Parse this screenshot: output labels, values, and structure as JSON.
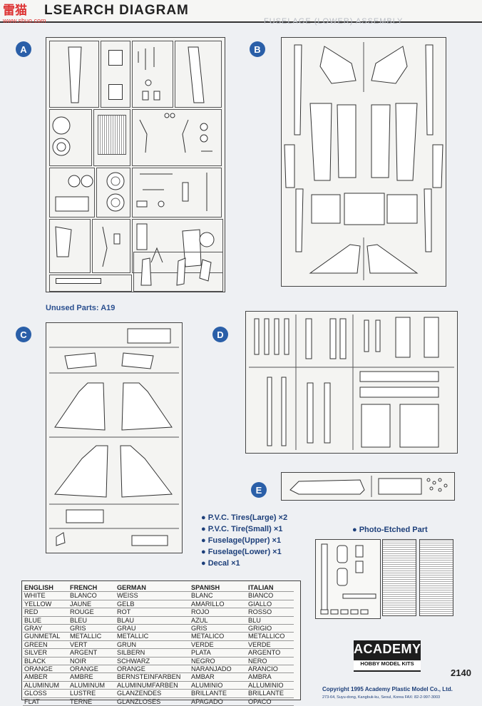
{
  "watermark": {
    "text": "雷猫",
    "url": "www.shuo.com"
  },
  "header": {
    "title": "LSEARCH DIAGRAM",
    "ghost_text": "FUSELAGE (LOWER) ASSEMBLY"
  },
  "sprues": [
    {
      "letter": "A"
    },
    {
      "letter": "B"
    },
    {
      "letter": "C"
    },
    {
      "letter": "D"
    },
    {
      "letter": "E"
    }
  ],
  "unused_note": "Unused Parts: A19",
  "extras": [
    "P.V.C. Tires(Large) ×2",
    "P.V.C. Tire(Small) ×1",
    "Fuselage(Upper) ×1",
    "Fuselage(Lower) ×1",
    "Decal ×1"
  ],
  "photo_etched_label": "Photo-Etched Part",
  "color_table": {
    "headers": [
      "ENGLISH",
      "FRENCH",
      "GERMAN",
      "SPANISH",
      "ITALIAN"
    ],
    "rows": [
      [
        "WHITE",
        "BLANCO",
        "WEISS",
        "BLANC",
        "BIANCO"
      ],
      [
        "YELLOW",
        "JAUNE",
        "GELB",
        "AMARILLO",
        "GIALLO"
      ],
      [
        "RED",
        "ROUGE",
        "ROT",
        "ROJO",
        "ROSSO"
      ],
      [
        "BLUE",
        "BLEU",
        "BLAU",
        "AZUL",
        "BLU"
      ],
      [
        "GRAY",
        "GRIS",
        "GRAU",
        "GRIS",
        "GRIGIO"
      ],
      [
        "GUNMETAL",
        "METALLIC",
        "METALLIC",
        "METALICO",
        "METALLICO"
      ],
      [
        "GREEN",
        "VERT",
        "GRUN",
        "VERDE",
        "VERDE"
      ],
      [
        "SILVER",
        "ARGENT",
        "SILBERN",
        "PLATA",
        "ARGENTO"
      ],
      [
        "BLACK",
        "NOIR",
        "SCHWARZ",
        "NEGRO",
        "NERO"
      ],
      [
        "ORANGE",
        "ORANGE",
        "ORANGE",
        "NARANJADO",
        "ARANCIO"
      ],
      [
        "AMBER",
        "AMBRE",
        "BERNSTEINFARBEN",
        "AMBAR",
        "AMBRA"
      ],
      [
        "ALUMINUM",
        "ALUMINUM",
        "ALUMINUMFARBEN",
        "ALUMINIO",
        "ALLUMINIO"
      ],
      [
        "GLOSS",
        "LUSTRE",
        "GLANZENDES",
        "BRILLANTE",
        "BRILLANTE"
      ],
      [
        "FLAT",
        "TERNE",
        "GLANZLOSES",
        "APAGADO",
        "OPACO"
      ]
    ]
  },
  "logo": {
    "brand": "ACADEMY",
    "tagline": "HOBBY MODEL KITS"
  },
  "kit_number": "2140",
  "copyright": "Copyright 1995 Academy Plastic Model Co., Ltd.",
  "address": "273-64, Suyu-dong, Kangbuk-ku, Seoul, Korea   FAX: 82-2-997-3003",
  "colors": {
    "accent": "#2a5fa8",
    "watermark": "#dd3333"
  }
}
